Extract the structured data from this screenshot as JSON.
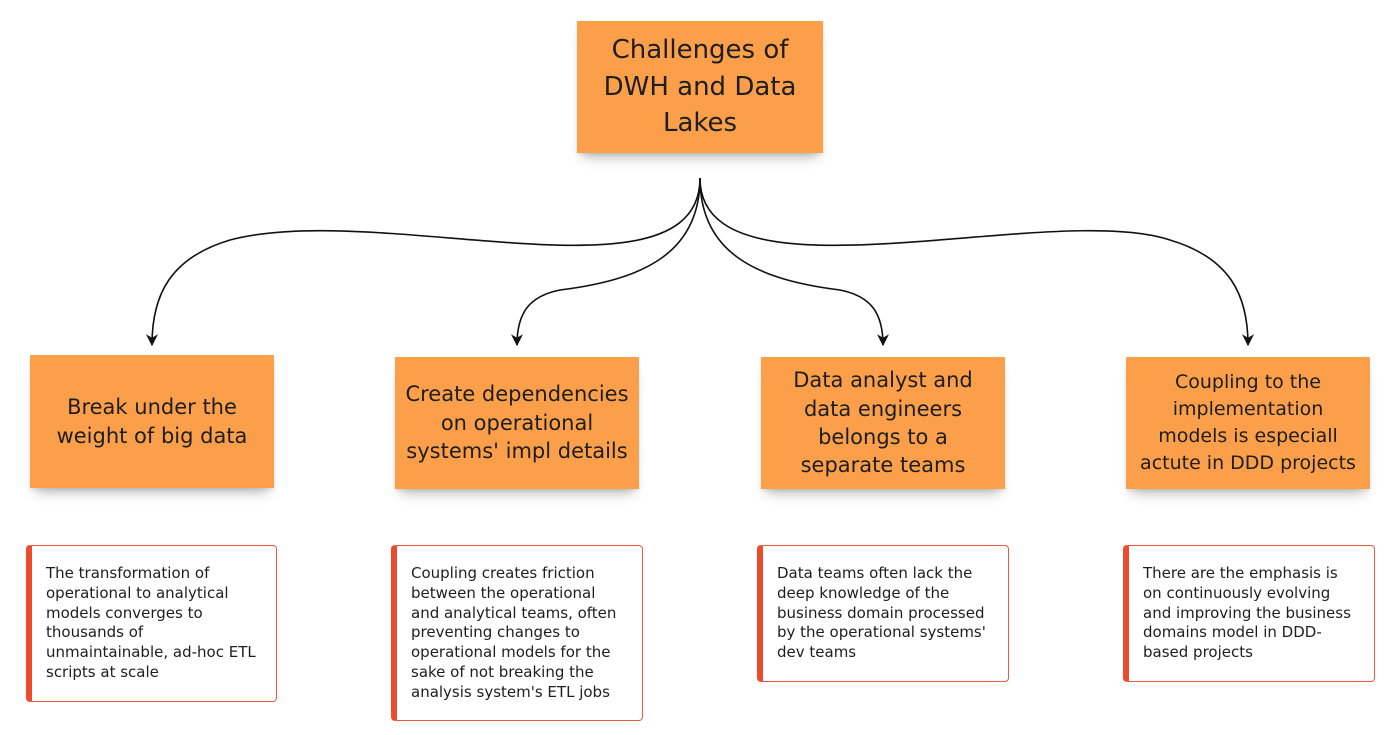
{
  "colors": {
    "sticky": "#fb9f4b",
    "card_border": "#ee5a3c",
    "card_accent": "#ee4a2c",
    "connector": "#111111",
    "text": "#1e1e1e"
  },
  "root": {
    "title": "Challenges of DWH and Data Lakes"
  },
  "challenges": [
    {
      "title": "Break under the weight of big data",
      "note": "The transformation of operational to analytical models converges to thousands of unmaintainable, ad-hoc ETL scripts at scale"
    },
    {
      "title": "Create dependencies on operational systems' impl details",
      "note": "Coupling creates friction between the operational and analytical teams, often preventing changes to operational models for the sake of not breaking the analysis system's ETL jobs"
    },
    {
      "title": "Data analyst and data engineers belongs to a separate teams",
      "note": "Data teams often lack the deep knowledge of the business domain processed by the operational systems' dev teams"
    },
    {
      "title": "Coupling to the implementation models is especiall actute in DDD projects",
      "note": "There are the emphasis is on continuously evolving and improving the business domains model in DDD-based projects"
    }
  ]
}
